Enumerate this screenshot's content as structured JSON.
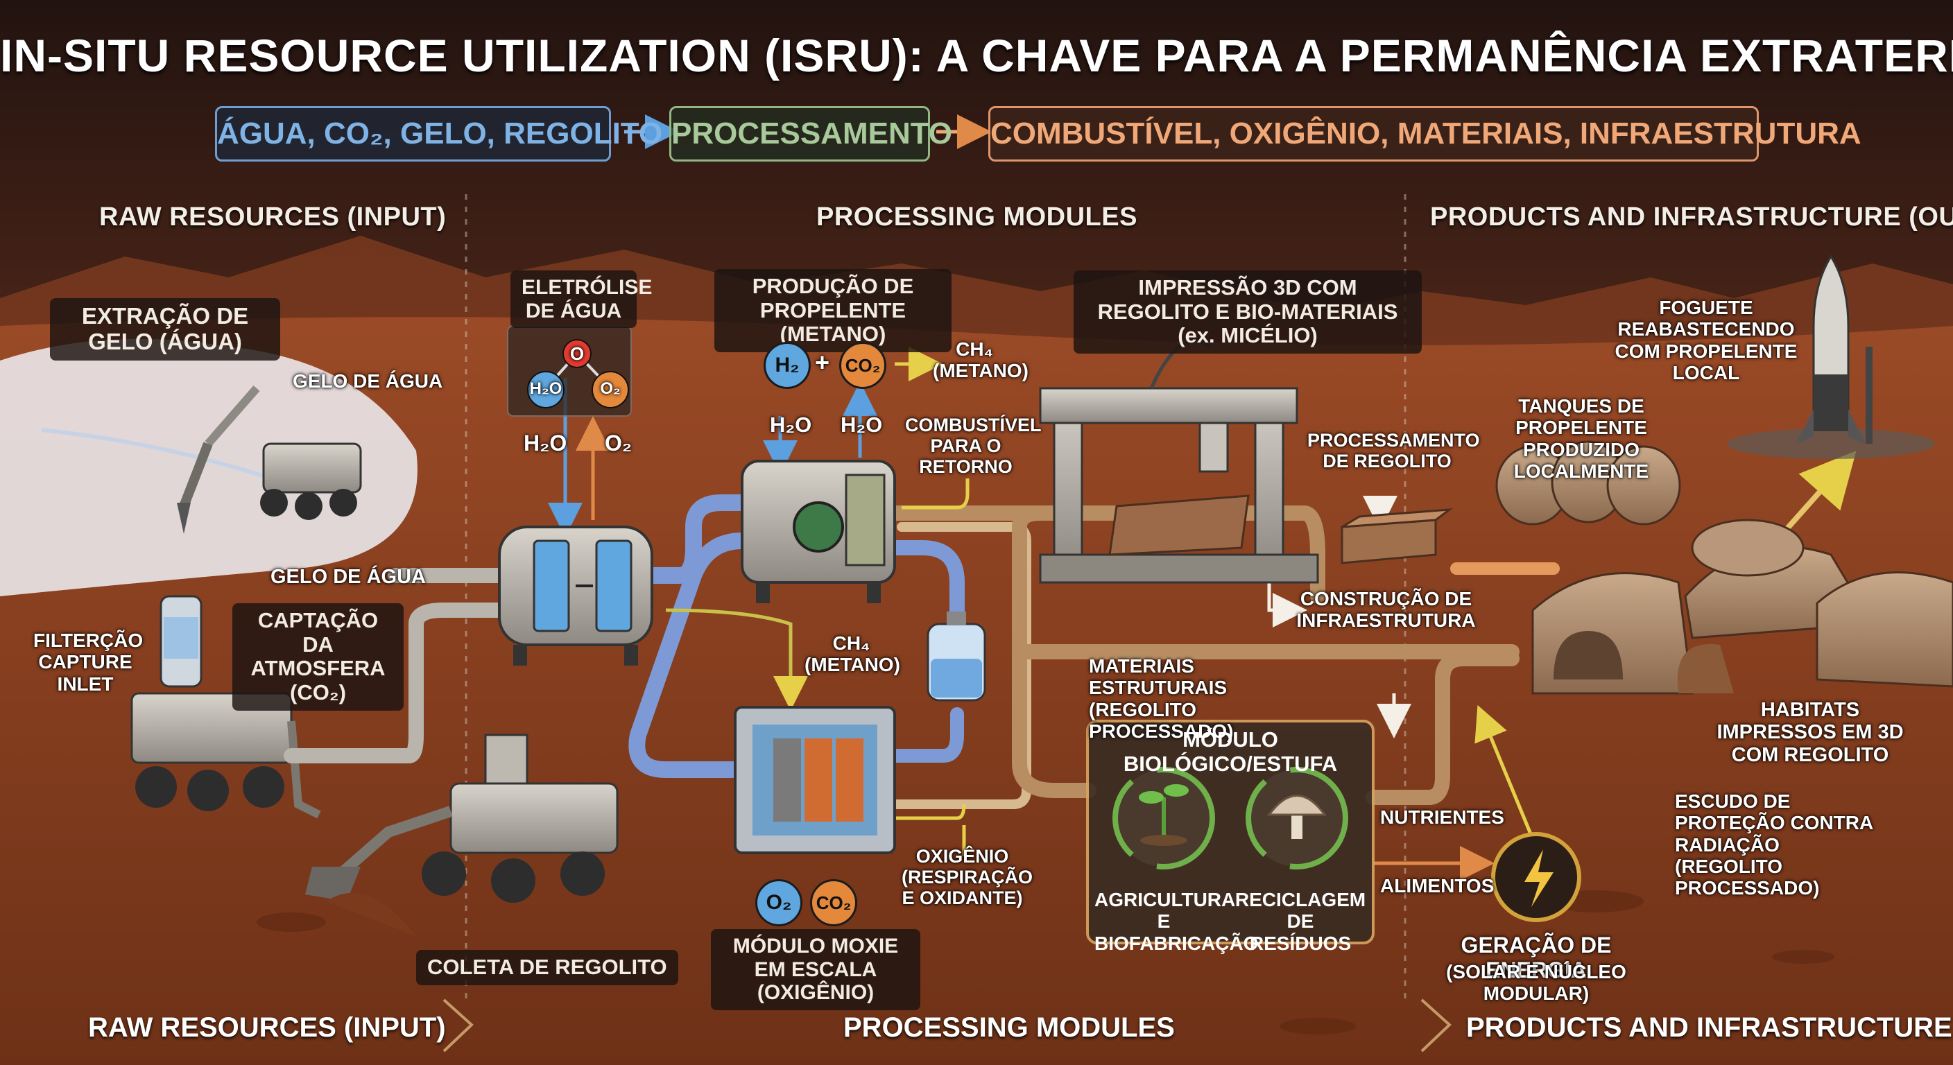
{
  "header": {
    "title": "IN-SITU RESOURCE UTILIZATION (ISRU): A CHAVE PARA A PERMANÊNCIA EXTRATERRESTRE",
    "flow_input": "ÁGUA, CO₂, GELO, REGOLITO",
    "flow_process": "PROCESSAMENTO",
    "flow_output": "COMBUSTÍVEL, OXIGÊNIO, MATERIAIS, INFRAESTRUTURA",
    "input_color": "#7fb3e6",
    "process_color": "#a8c99a",
    "output_color": "#f0a878"
  },
  "sections": {
    "input": "RAW RESOURCES (INPUT)",
    "processing": "PROCESSING MODULES",
    "output": "PRODUCTS AND INFRASTRUCTURE (OUTPUT)"
  },
  "footer": {
    "input": "RAW RESOURCES (INPUT)",
    "processing": "PROCESSING MODULES",
    "output": "PRODUCTS AND INFRASTRUCTURE (OUTPUT)"
  },
  "inputs": {
    "ice_extraction": "EXTRAÇÃO DE GELO (ÁGUA)",
    "water_ice_1": "GELO DE ÁGUA",
    "water_ice_2": "GELO DE ÁGUA",
    "filter_inlet": "FILTERÇÃO CAPTURE INLET",
    "atmo_capture": "CAPTAÇÃO DA ATMOSFERA (CO₂)",
    "regolith_collection": "COLETA DE REGOLITO"
  },
  "processing": {
    "electrolysis": "ELETRÓLISE DE ÁGUA",
    "h2o_in": "H₂O",
    "o2_out": "O₂",
    "molecule_o": "O",
    "molecule_h2o": "H₂O",
    "molecule_o2": "O₂",
    "propellant": "PRODUÇÃO DE PROPELENTE (METANO)",
    "chip_h2": "H₂",
    "plus": "+",
    "chip_co2": "CO₂",
    "ch4_product": "CH₄ (METANO)",
    "h2o_a": "H₂O",
    "h2o_b": "H₂O",
    "return_fuel": "COMBUSTÍVEL PARA O RETORNO",
    "ch4_mid": "CH₄ (METANO)",
    "moxie": "MÓDULO MOXIE EM ESCALA (OXIGÊNIO)",
    "moxie_o2": "O₂",
    "moxie_co2": "CO₂",
    "oxygen_use": "OXIGÊNIO (RESPIRAÇÃO E OXIDANTE)"
  },
  "fabrication": {
    "printing": "IMPRESSÃO 3D COM REGOLITO E BIO-MATERIAIS (ex. MICÉLIO)",
    "regolith_processing": "PROCESSAMENTO DE REGOLITO",
    "infra_construction": "CONSTRUÇÃO DE INFRAESTRUTURA",
    "structural_materials": "MATERIAIS ESTRUTURAIS (REGOLITO PROCESSADO)"
  },
  "bio": {
    "title": "MÓDULO BIOLÓGICO/ESTUFA",
    "agriculture": "AGRICULTURA E BIOFABRICAÇÃO",
    "recycling": "RECICLAGEM DE RESÍDUOS",
    "nutrients": "NUTRIENTES",
    "food": "ALIMENTOS"
  },
  "outputs": {
    "rocket": "FOGUETE REABASTECENDO COM PROPELENTE LOCAL",
    "tanks": "TANQUES DE PROPELENTE PRODUZIDO LOCALMENTE",
    "habitats": "HABITATS IMPRESSOS EM 3D COM REGOLITO",
    "shield": "ESCUDO DE PROTEÇÃO CONTRA RADIAÇÃO (REGOLITO PROCESSADO)",
    "energy_title": "GERAÇÃO DE ENERGIA",
    "energy_sub": "(SOLAR E NÚCLEO MODULAR)"
  },
  "icons": {
    "rover_drill": "drill-rover-icon",
    "rover_filter": "filter-rover-icon",
    "rover_scoop": "scoop-rover-icon",
    "electrolyzer": "electrolyzer-tank-icon",
    "reactor": "sabatier-reactor-icon",
    "moxie_unit": "moxie-unit-icon",
    "printer": "3d-printer-icon",
    "brick": "regolith-brick-icon",
    "seedling": "seedling-icon",
    "mushroom": "mushroom-icon",
    "power": "solar-lightning-icon",
    "tanks": "propellant-tanks-icon",
    "rocket": "rocket-icon",
    "habitat": "habitat-dome-icon"
  }
}
